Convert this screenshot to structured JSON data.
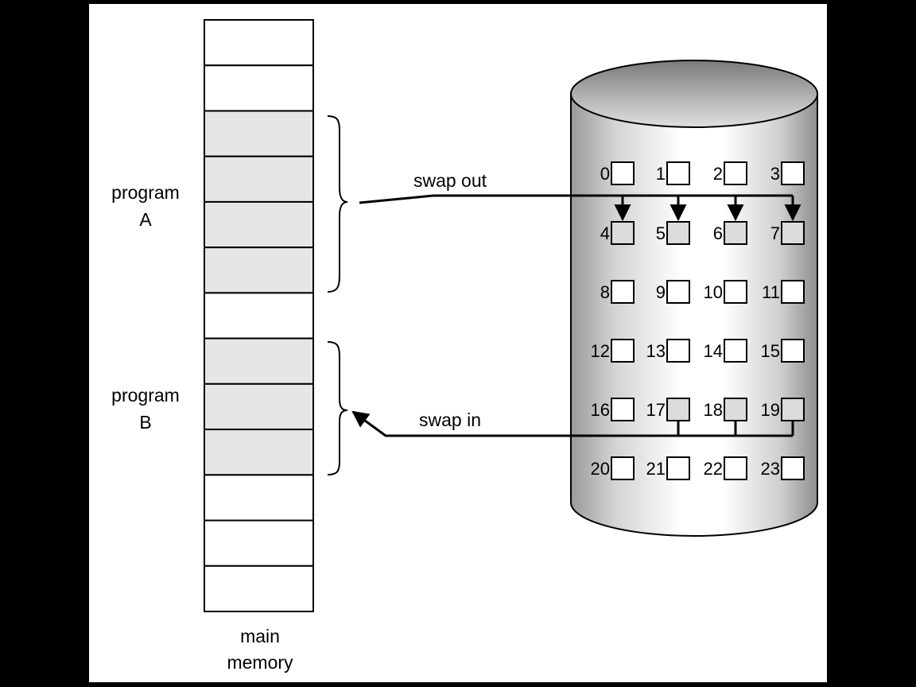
{
  "memory": {
    "label_line1": "main",
    "label_line2": "memory",
    "frames": [
      {
        "shaded": false
      },
      {
        "shaded": false
      },
      {
        "shaded": true
      },
      {
        "shaded": true
      },
      {
        "shaded": true
      },
      {
        "shaded": true
      },
      {
        "shaded": false
      },
      {
        "shaded": true
      },
      {
        "shaded": true
      },
      {
        "shaded": true
      },
      {
        "shaded": false
      },
      {
        "shaded": false
      },
      {
        "shaded": false
      }
    ]
  },
  "programs": {
    "a": {
      "line1": "program",
      "line2": "A"
    },
    "b": {
      "line1": "program",
      "line2": "B"
    }
  },
  "arrows": {
    "swap_out": "swap out",
    "swap_in": "swap in"
  },
  "disk": {
    "blocks": [
      {
        "label": "0",
        "shaded": false
      },
      {
        "label": "1",
        "shaded": false
      },
      {
        "label": "2",
        "shaded": false
      },
      {
        "label": "3",
        "shaded": false
      },
      {
        "label": "4",
        "shaded": true
      },
      {
        "label": "5",
        "shaded": true
      },
      {
        "label": "6",
        "shaded": true
      },
      {
        "label": "7",
        "shaded": true
      },
      {
        "label": "8",
        "shaded": false
      },
      {
        "label": "9",
        "shaded": false
      },
      {
        "label": "10",
        "shaded": false
      },
      {
        "label": "11",
        "shaded": false
      },
      {
        "label": "12",
        "shaded": false
      },
      {
        "label": "13",
        "shaded": false
      },
      {
        "label": "14",
        "shaded": false
      },
      {
        "label": "15",
        "shaded": false
      },
      {
        "label": "16",
        "shaded": false
      },
      {
        "label": "17",
        "shaded": true
      },
      {
        "label": "18",
        "shaded": true
      },
      {
        "label": "19",
        "shaded": true
      },
      {
        "label": "20",
        "shaded": false
      },
      {
        "label": "21",
        "shaded": false
      },
      {
        "label": "22",
        "shaded": false
      },
      {
        "label": "23",
        "shaded": false
      }
    ]
  },
  "colors": {
    "frame_shaded": "#e6e6e6",
    "block_shaded": "#dcdcdc",
    "background": "#ffffff",
    "border": "#000000"
  }
}
